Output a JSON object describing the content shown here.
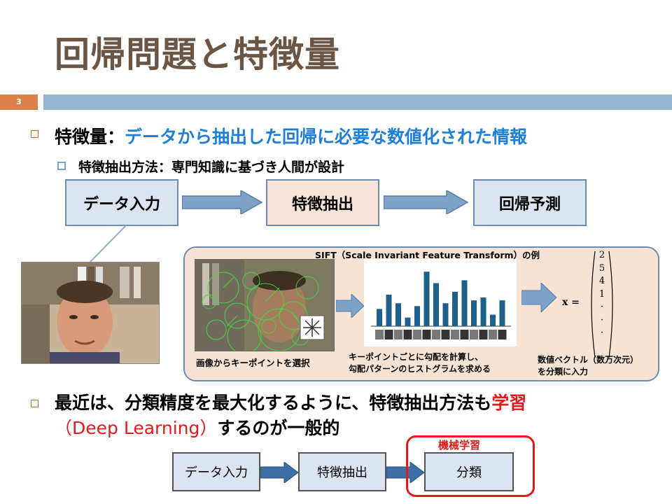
{
  "title": "回帰問題と特徴量",
  "slide_number": "3",
  "bullet1": {
    "prefix": "特徴量：",
    "highlight": "データから抽出した回帰に必要な数値化された情報"
  },
  "sub_bullet1": "特徴抽出方法：専門知識に基づき人間が設計",
  "flow_top": [
    "データ入力",
    "特徴抽出",
    "回帰予測"
  ],
  "sift": {
    "title": "SIFT（Scale Invariant Feature Transform）の例",
    "caption_image": "画像からキーポイントを選択",
    "caption_hist_1": "キーポイントごとに勾配を計算し、",
    "caption_hist_2": "勾配パターンのヒストグラムを求める",
    "caption_vec_1": "数値ベクトル（数万次元）",
    "caption_vec_2": "を分類に入力",
    "vector_label": "x =",
    "vector_values": [
      "2",
      "5",
      "4",
      "1",
      "·",
      "·",
      "·"
    ],
    "histogram_bar_heights": [
      0.3,
      0.55,
      0.4,
      0.15,
      0.35,
      0.95,
      0.75,
      0.4,
      0.6,
      0.8,
      0.45,
      0.5,
      0.2,
      0.45
    ]
  },
  "bullet2": {
    "line1_prefix": "最近は、分類精度を最大化するように、特徴抽出方法も",
    "line1_highlight": "学習",
    "line2_highlight": "（Deep Learning）",
    "line2_suffix": "するのが一般的"
  },
  "flow_bottom": [
    "データ入力",
    "特徴抽出",
    "分類"
  ],
  "ml_label": "機械学習",
  "colors": {
    "title": "#6b5544",
    "accent_blue": "#1f7fd6",
    "accent_red": "#e11b1b",
    "bar_orange": "#dd8047",
    "bar_blue": "#94b6d2",
    "hist_bar": "#1f5f8b"
  }
}
